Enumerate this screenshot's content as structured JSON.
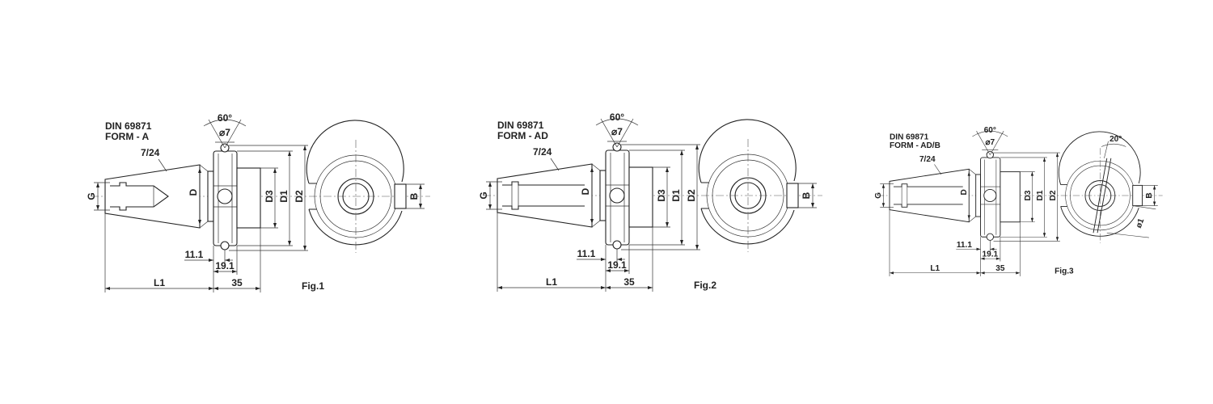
{
  "figures": [
    {
      "id": "fig1",
      "title_line1": "DIN 69871",
      "title_line2": "FORM - A",
      "taper": "7/24",
      "angle": "60°",
      "hole": "⌀7",
      "labels": {
        "G": "G",
        "D": "D",
        "D3": "D3",
        "D1": "D1",
        "D2": "D2",
        "B": "B",
        "d11": "11.1",
        "d19": "19.1",
        "L1": "L1",
        "d35": "35"
      },
      "caption": "Fig.1"
    },
    {
      "id": "fig2",
      "title_line1": "DIN 69871",
      "title_line2": "FORM - AD",
      "taper": "7/24",
      "angle": "60°",
      "hole": "⌀7",
      "labels": {
        "G": "G",
        "D": "D",
        "D3": "D3",
        "D1": "D1",
        "D2": "D2",
        "B": "B",
        "d11": "11.1",
        "d19": "19.1",
        "L1": "L1",
        "d35": "35"
      },
      "caption": "Fig.2"
    },
    {
      "id": "fig3",
      "title_line1": "DIN 69871",
      "title_line2": "FORM - AD/B",
      "taper": "7/24",
      "angle": "60°",
      "hole": "⌀7",
      "labels": {
        "G": "G",
        "D": "D",
        "D3": "D3",
        "D1": "D1",
        "D2": "D2",
        "B": "B",
        "d11": "11.1",
        "d19": "19.1",
        "L1": "L1",
        "d35": "35"
      },
      "caption": "Fig.3",
      "extra": {
        "key_angle": "20°",
        "key_dia": "ø1"
      }
    }
  ]
}
